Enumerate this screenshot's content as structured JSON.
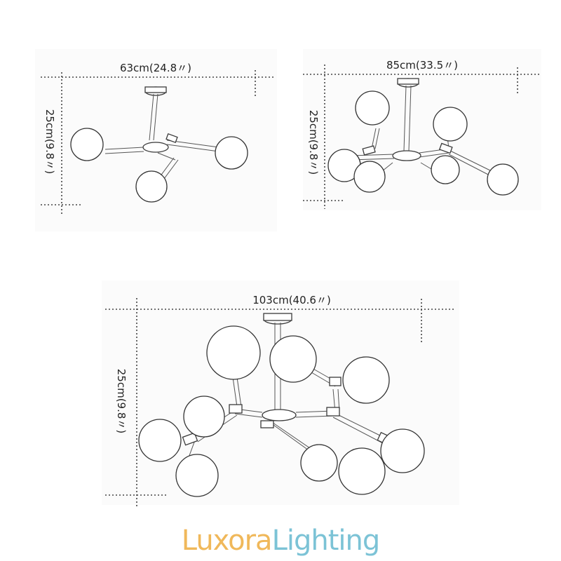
{
  "diagrams": [
    {
      "width_label": "63cm(24.8〃)",
      "height_label": "25cm(9.8〃)"
    },
    {
      "width_label": "85cm(33.5〃)",
      "height_label": "25cm(9.8〃)"
    },
    {
      "width_label": "103cm(40.6〃)",
      "height_label": "25cm(9.8〃)"
    }
  ],
  "brand": {
    "part1": "Luxora",
    "part2": "Lighting",
    "color1": "#f0b85a",
    "color2": "#7cc3d6"
  }
}
